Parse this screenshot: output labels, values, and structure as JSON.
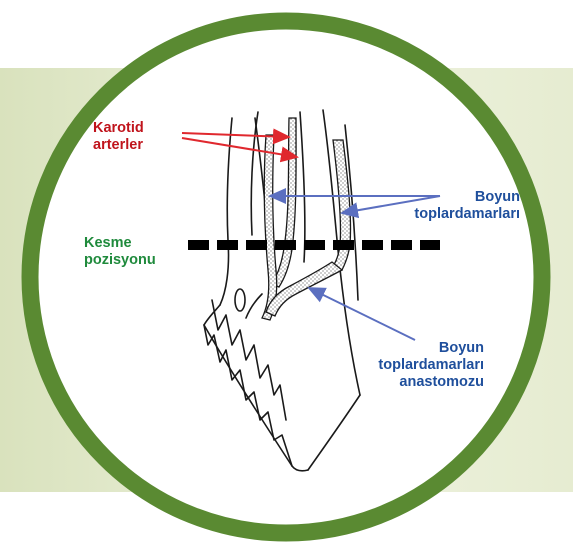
{
  "labels": {
    "carotid": [
      "Karotid",
      "arterler"
    ],
    "jugular": [
      "Boyun",
      "toplardamarları"
    ],
    "cut": [
      "Kesme",
      "pozisyonu"
    ],
    "anastomosis": [
      "Boyun",
      "toplardamarları",
      "anastomozu"
    ]
  },
  "colors": {
    "frame": "#5a8a32",
    "band": "#e6ecd1",
    "carotid_label": "#c0141c",
    "jugular_label": "#1f4f9c",
    "cut_label": "#1f8a3c",
    "carotid_arrow": "#e0282e",
    "jugular_arrow": "#5b6fc0",
    "cut_line": "#000000"
  }
}
